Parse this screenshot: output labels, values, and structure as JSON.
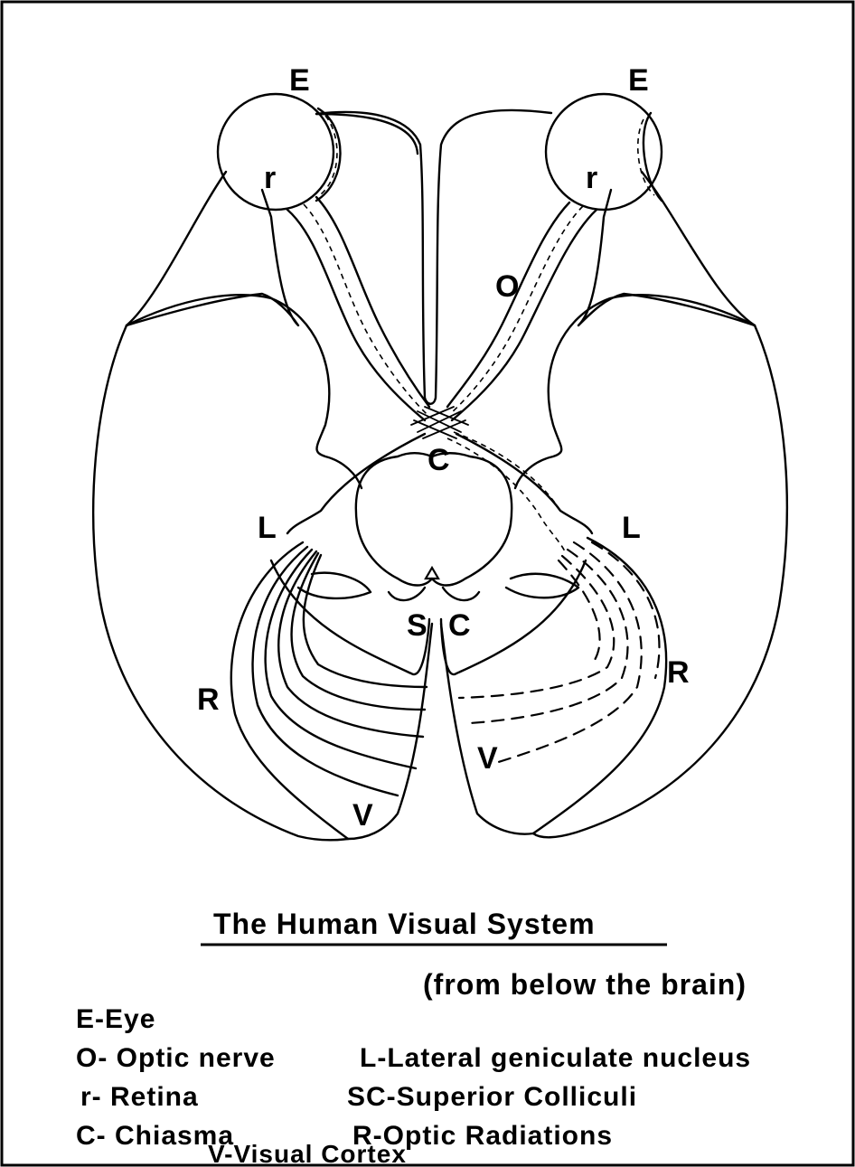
{
  "diagram": {
    "labels": {
      "eye_left": "E",
      "eye_right": "E",
      "retina_left": "r",
      "retina_right": "r",
      "optic_nerve": "O",
      "chiasma": "C",
      "lgn_left": "L",
      "lgn_right": "L",
      "colliculi_s": "S",
      "colliculi_c": "C",
      "radiation_left": "R",
      "radiation_right": "R",
      "cortex_left": "V",
      "cortex_right": "V"
    },
    "title": "The  Human  Visual  System",
    "subtitle": "(from  below  the  brain)",
    "legend": [
      "E-Eye",
      "O- Optic  nerve",
      "L-Lateral geniculate nucleus",
      "r- Retina",
      "SC-Superior  Colliculi",
      "C- Chiasma",
      "R-Optic  Radiations",
      "V-Visual  Cortex"
    ]
  }
}
